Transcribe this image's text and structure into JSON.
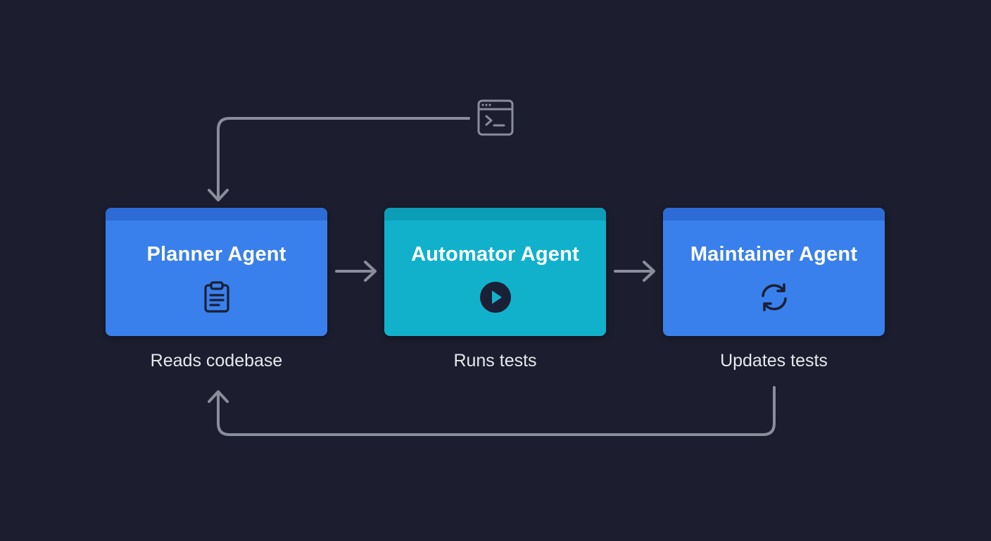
{
  "agents": [
    {
      "title": "Planner Agent",
      "caption": "Reads codebase",
      "icon": "clipboard-icon",
      "color": "#3a80ec"
    },
    {
      "title": "Automator Agent",
      "caption": "Runs tests",
      "icon": "play-icon",
      "color": "#11b1cc"
    },
    {
      "title": "Maintainer Agent",
      "caption": "Updates tests",
      "icon": "refresh-icon",
      "color": "#3a80ec"
    }
  ],
  "terminal": {
    "icon": "terminal-icon"
  },
  "colors": {
    "background": "#1c1d2e",
    "connector": "#8a8d9c",
    "icon_dark": "#1a2035"
  }
}
